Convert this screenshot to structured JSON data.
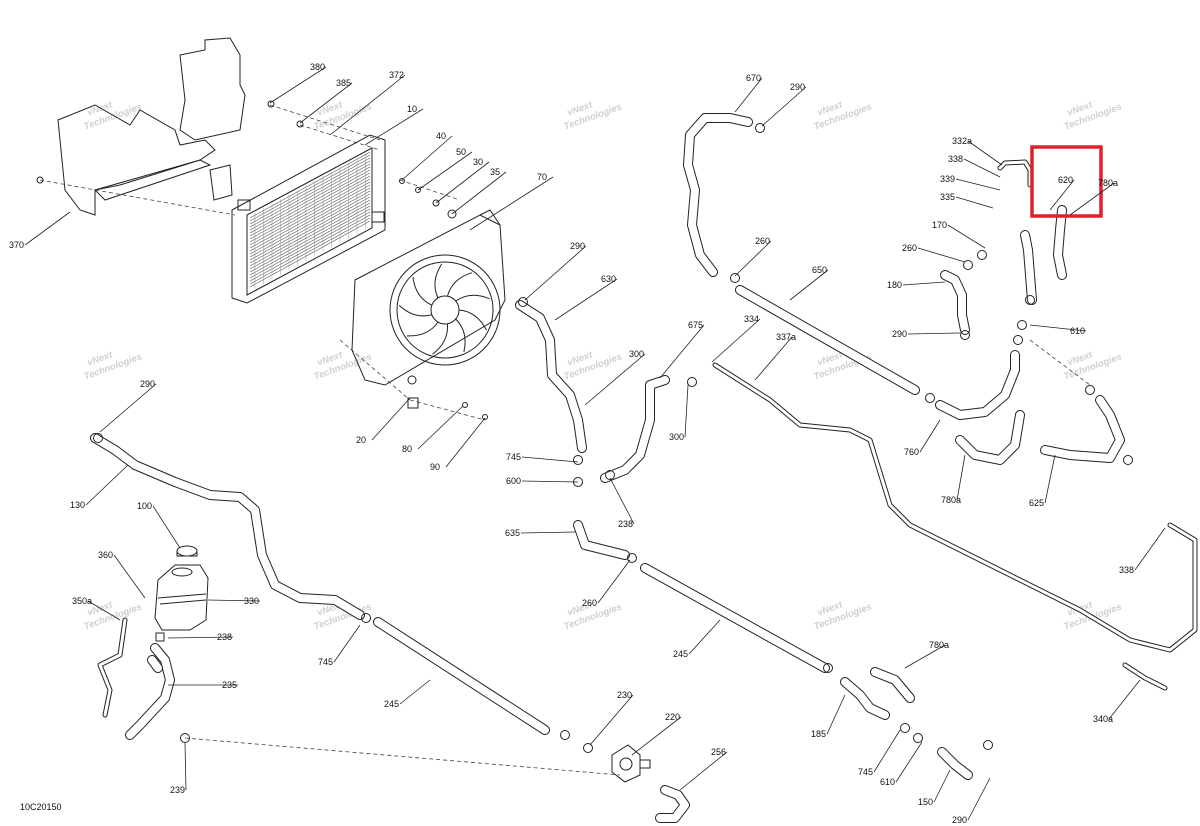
{
  "diagram_code": "10C20150",
  "watermark_text_1": "vNext",
  "watermark_text_2": "Technologies",
  "highlight_color": "#e0202a",
  "callouts": [
    {
      "id": "c380",
      "text": "380"
    },
    {
      "id": "c385",
      "text": "385"
    },
    {
      "id": "c372",
      "text": "372"
    },
    {
      "id": "c10",
      "text": "10"
    },
    {
      "id": "c40",
      "text": "40"
    },
    {
      "id": "c50",
      "text": "50"
    },
    {
      "id": "c30",
      "text": "30"
    },
    {
      "id": "c35",
      "text": "35"
    },
    {
      "id": "c70",
      "text": "70"
    },
    {
      "id": "c370",
      "text": "370"
    },
    {
      "id": "c20",
      "text": "20"
    },
    {
      "id": "c80",
      "text": "80"
    },
    {
      "id": "c90",
      "text": "90"
    },
    {
      "id": "c670",
      "text": "670"
    },
    {
      "id": "c290a",
      "text": "290"
    },
    {
      "id": "c260a",
      "text": "260"
    },
    {
      "id": "c650",
      "text": "650"
    },
    {
      "id": "c290b",
      "text": "290"
    },
    {
      "id": "c630",
      "text": "630"
    },
    {
      "id": "c675",
      "text": "675"
    },
    {
      "id": "c334",
      "text": "334"
    },
    {
      "id": "c337a",
      "text": "337a"
    },
    {
      "id": "c300a",
      "text": "300"
    },
    {
      "id": "c300b",
      "text": "300"
    },
    {
      "id": "c745a",
      "text": "745"
    },
    {
      "id": "c600",
      "text": "600"
    },
    {
      "id": "c238a",
      "text": "238"
    },
    {
      "id": "c635",
      "text": "635"
    },
    {
      "id": "c260b",
      "text": "260"
    },
    {
      "id": "c332a",
      "text": "332a"
    },
    {
      "id": "c338a",
      "text": "338"
    },
    {
      "id": "c339",
      "text": "339"
    },
    {
      "id": "c335",
      "text": "335"
    },
    {
      "id": "c620",
      "text": "620"
    },
    {
      "id": "c780a1",
      "text": "780a"
    },
    {
      "id": "c170",
      "text": "170"
    },
    {
      "id": "c260c",
      "text": "260"
    },
    {
      "id": "c180",
      "text": "180"
    },
    {
      "id": "c290c",
      "text": "290"
    },
    {
      "id": "c610a",
      "text": "610"
    },
    {
      "id": "c760",
      "text": "760"
    },
    {
      "id": "c780a2",
      "text": "780a"
    },
    {
      "id": "c625",
      "text": "625"
    },
    {
      "id": "c290d",
      "text": "290"
    },
    {
      "id": "c130",
      "text": "130"
    },
    {
      "id": "c100",
      "text": "100"
    },
    {
      "id": "c360",
      "text": "360"
    },
    {
      "id": "c350a",
      "text": "350a"
    },
    {
      "id": "c330",
      "text": "330"
    },
    {
      "id": "c238b",
      "text": "238"
    },
    {
      "id": "c235",
      "text": "235"
    },
    {
      "id": "c239",
      "text": "239"
    },
    {
      "id": "c745b",
      "text": "745"
    },
    {
      "id": "c245a",
      "text": "245"
    },
    {
      "id": "c230",
      "text": "230"
    },
    {
      "id": "c220",
      "text": "220"
    },
    {
      "id": "c256",
      "text": "256"
    },
    {
      "id": "c245b",
      "text": "245"
    },
    {
      "id": "c780a3",
      "text": "780a"
    },
    {
      "id": "c185",
      "text": "185"
    },
    {
      "id": "c745c",
      "text": "745"
    },
    {
      "id": "c610b",
      "text": "610"
    },
    {
      "id": "c150",
      "text": "150"
    },
    {
      "id": "c290e",
      "text": "290"
    },
    {
      "id": "c338b",
      "text": "338"
    },
    {
      "id": "c340a",
      "text": "340a"
    }
  ]
}
